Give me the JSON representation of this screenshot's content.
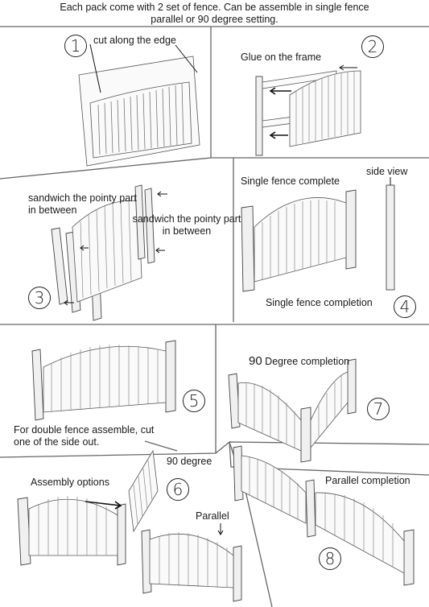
{
  "header": {
    "line1": "Each pack come with 2 set of fence. Can be assemble in single fence",
    "line2": "parallel or 90 degree setting."
  },
  "steps": {
    "s1": {
      "number": "1",
      "label": "cut along the edge"
    },
    "s2": {
      "number": "2",
      "label": "Glue on the frame"
    },
    "s3": {
      "number": "3",
      "label_left": "sandwich the pointy part in between",
      "label_right": "sandwich the pointy part in between"
    },
    "s4": {
      "number": "4",
      "label_top": "Single fence complete",
      "label_side": "side view",
      "label_bottom": "Single fence completion"
    },
    "s5": {
      "number": "5",
      "label": "For double fence assemble, cut one of the side out."
    },
    "s6": {
      "number": "6",
      "label_options": "Assembly options",
      "label_90": "90 degree",
      "label_parallel": "Parallel"
    },
    "s7": {
      "number": "7",
      "label_prefix": "90",
      "label": "Degree completion"
    },
    "s8": {
      "number": "8",
      "label": "Parallel completion"
    }
  }
}
